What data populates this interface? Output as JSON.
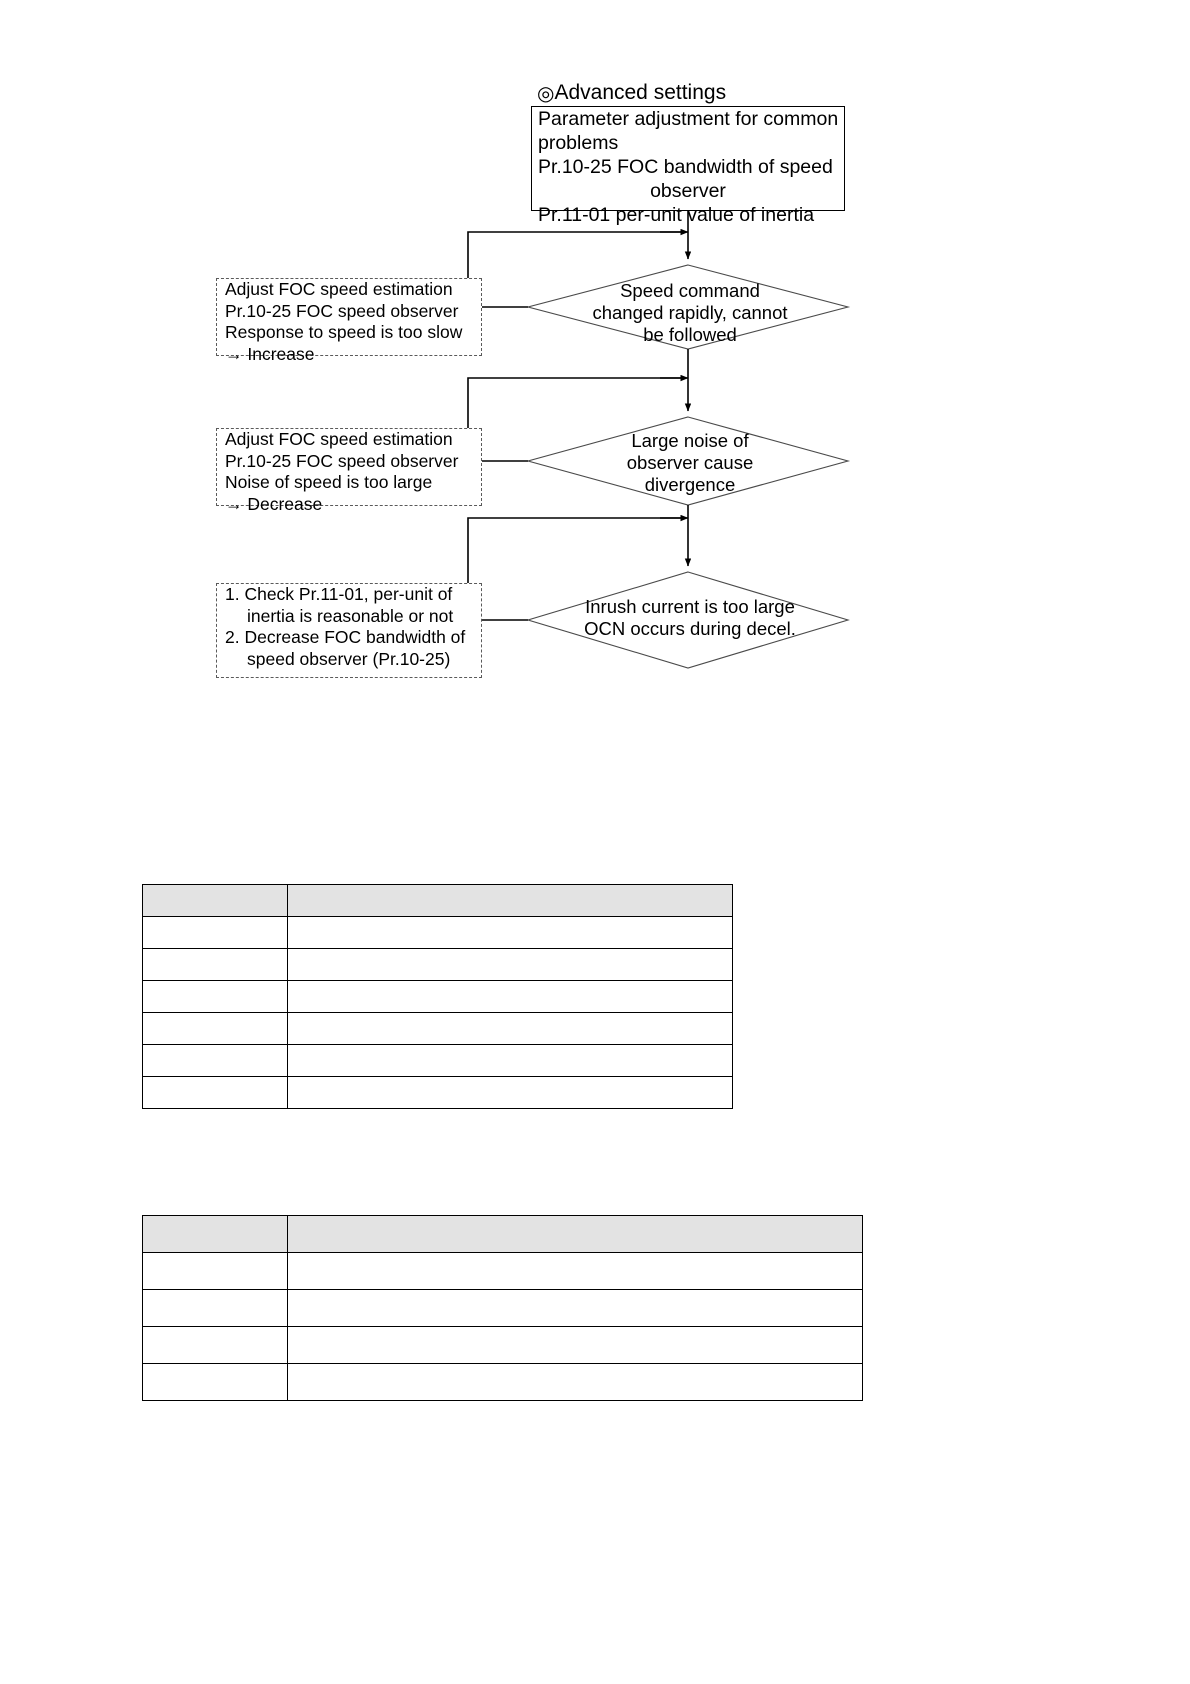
{
  "page": {
    "background": "#ffffff",
    "text_color": "#000000",
    "table_header_fill": "#e3e3e3",
    "dashed_border_color": "#5a5a5a"
  },
  "flowchart": {
    "heading": {
      "icon": "double-circle-bullet-icon",
      "icon_glyph": "◎",
      "label": "Advanced settings"
    },
    "title_box": {
      "lines": [
        {
          "text": "Parameter adjustment for common",
          "align": "left"
        },
        {
          "text": "problems",
          "align": "left"
        },
        {
          "text": "Pr.10-25 FOC bandwidth of speed",
          "align": "left"
        },
        {
          "text": "observer",
          "align": "center"
        },
        {
          "text": "Pr.11-01 per-unit value of inertia",
          "align": "left"
        }
      ]
    },
    "decisions": [
      {
        "name": "decision-speed-command",
        "lines": [
          "Speed command",
          "changed rapidly, cannot",
          "be followed"
        ]
      },
      {
        "name": "decision-large-noise",
        "lines": [
          "Large noise of",
          "observer cause",
          "divergence"
        ]
      },
      {
        "name": "decision-inrush-current",
        "lines": [
          "Inrush current is too large",
          "OCN occurs during decel."
        ]
      }
    ],
    "actions": [
      {
        "name": "action-increase-bandwidth",
        "lines": [
          {
            "text": "Adjust FOC speed estimation",
            "indent": false
          },
          {
            "text": "Pr.10-25 FOC speed observer",
            "indent": false
          },
          {
            "text": "Response to speed is too slow",
            "indent": false
          },
          {
            "text": "→ Increase",
            "indent": false
          }
        ]
      },
      {
        "name": "action-decrease-bandwidth",
        "lines": [
          {
            "text": "Adjust FOC speed estimation",
            "indent": false
          },
          {
            "text": "Pr.10-25 FOC speed observer",
            "indent": false
          },
          {
            "text": "Noise of speed is too large",
            "indent": false
          },
          {
            "text": "→ Decrease",
            "indent": false
          }
        ]
      },
      {
        "name": "action-check-inertia",
        "lines": [
          {
            "text": "1. Check Pr.11-01, per-unit of",
            "indent": false
          },
          {
            "text": "inertia is reasonable or not",
            "indent": true
          },
          {
            "text": "2. Decrease FOC bandwidth of",
            "indent": false
          },
          {
            "text": "speed observer (Pr.10-25)",
            "indent": true
          }
        ]
      }
    ]
  },
  "table_1": {
    "header": [
      "",
      ""
    ],
    "rows": [
      [
        "",
        ""
      ],
      [
        "",
        ""
      ],
      [
        "",
        ""
      ],
      [
        "",
        ""
      ],
      [
        "",
        ""
      ],
      [
        "",
        ""
      ]
    ]
  },
  "table_2": {
    "header": [
      "",
      ""
    ],
    "rows": [
      [
        "",
        ""
      ],
      [
        "",
        ""
      ],
      [
        "",
        ""
      ],
      [
        "",
        ""
      ]
    ]
  }
}
